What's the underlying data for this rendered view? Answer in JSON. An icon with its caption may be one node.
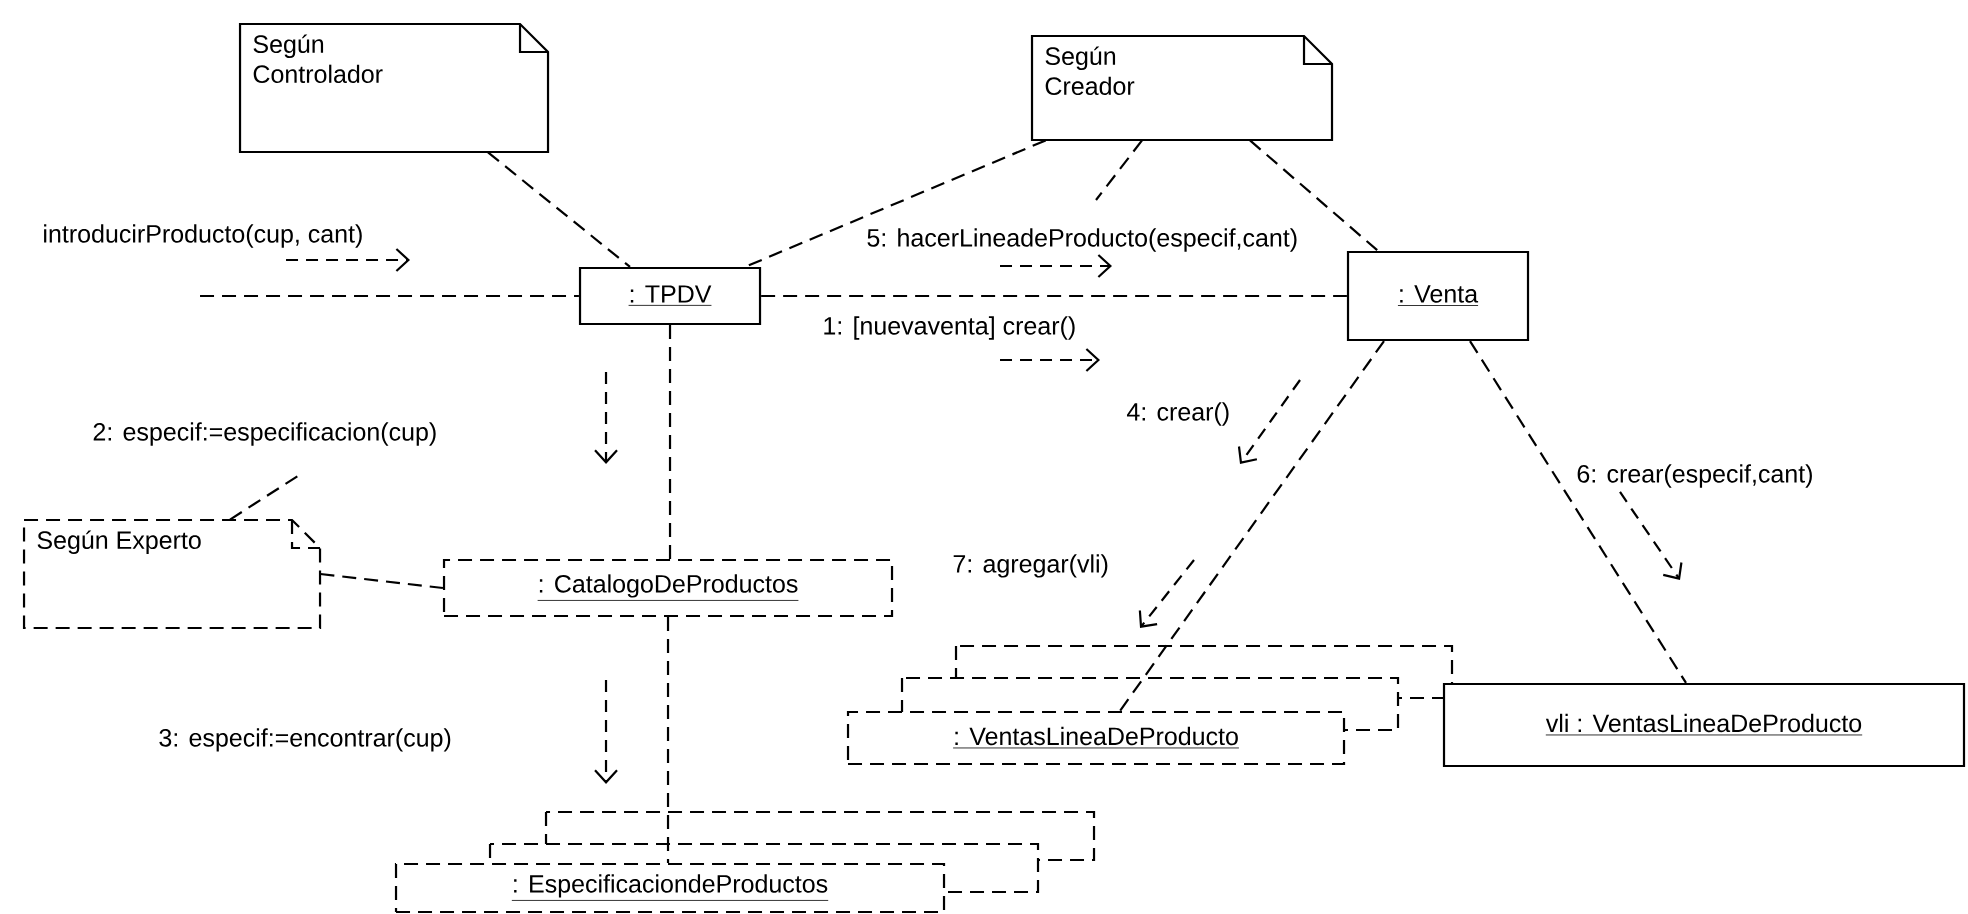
{
  "diagram": {
    "nodes": [
      {
        "text": [
          "Según Controlador"
        ]
      },
      {
        "text": [
          "Según Creador"
        ]
      },
      {
        "text": [
          "Según Experto"
        ]
      },
      {
        "text": [
          ": TPDV"
        ]
      },
      {
        "text": [
          ": Venta"
        ]
      },
      {
        "text": [
          ": CatalogoDeProductos"
        ]
      },
      {
        "text": [
          ": VentasLineaDeProducto"
        ]
      },
      {
        "text": [
          "vli : VentasLineaDeProducto"
        ]
      },
      {
        "text": [
          ": EspecificaciondeProductos"
        ]
      }
    ],
    "edges": [
      {
        "from": null,
        "to": 3,
        "arrow": "none"
      },
      {
        "from": 0,
        "to": 3,
        "arrow": "none"
      },
      {
        "from": 1,
        "to": 3,
        "arrow": "none"
      },
      {
        "from": 1,
        "to": null,
        "arrow": "none"
      },
      {
        "from": 1,
        "to": 4,
        "arrow": "none"
      },
      {
        "from": 3,
        "to": 4,
        "arrow": "none"
      },
      {
        "from": 3,
        "to": 5,
        "arrow": "none"
      },
      {
        "from": 2,
        "to": 5,
        "arrow": "none"
      },
      {
        "from": 2,
        "to": null,
        "arrow": "none"
      },
      {
        "from": 5,
        "to": 8,
        "arrow": "none"
      },
      {
        "from": 4,
        "to": 6,
        "arrow": "none"
      },
      {
        "from": 4,
        "to": 7,
        "arrow": "none"
      }
    ],
    "labels": [
      "introducirProducto(cup, cant)",
      "5: hacerLineadeProducto(especif,cant)",
      "1: [nuevaventa] crear()",
      "2: especif:=especificacion(cup)",
      "4: crear()",
      "6: crear(especif,cant)",
      "7: agregar(vli)",
      "3: especif:=encontrar(cup)"
    ]
  }
}
